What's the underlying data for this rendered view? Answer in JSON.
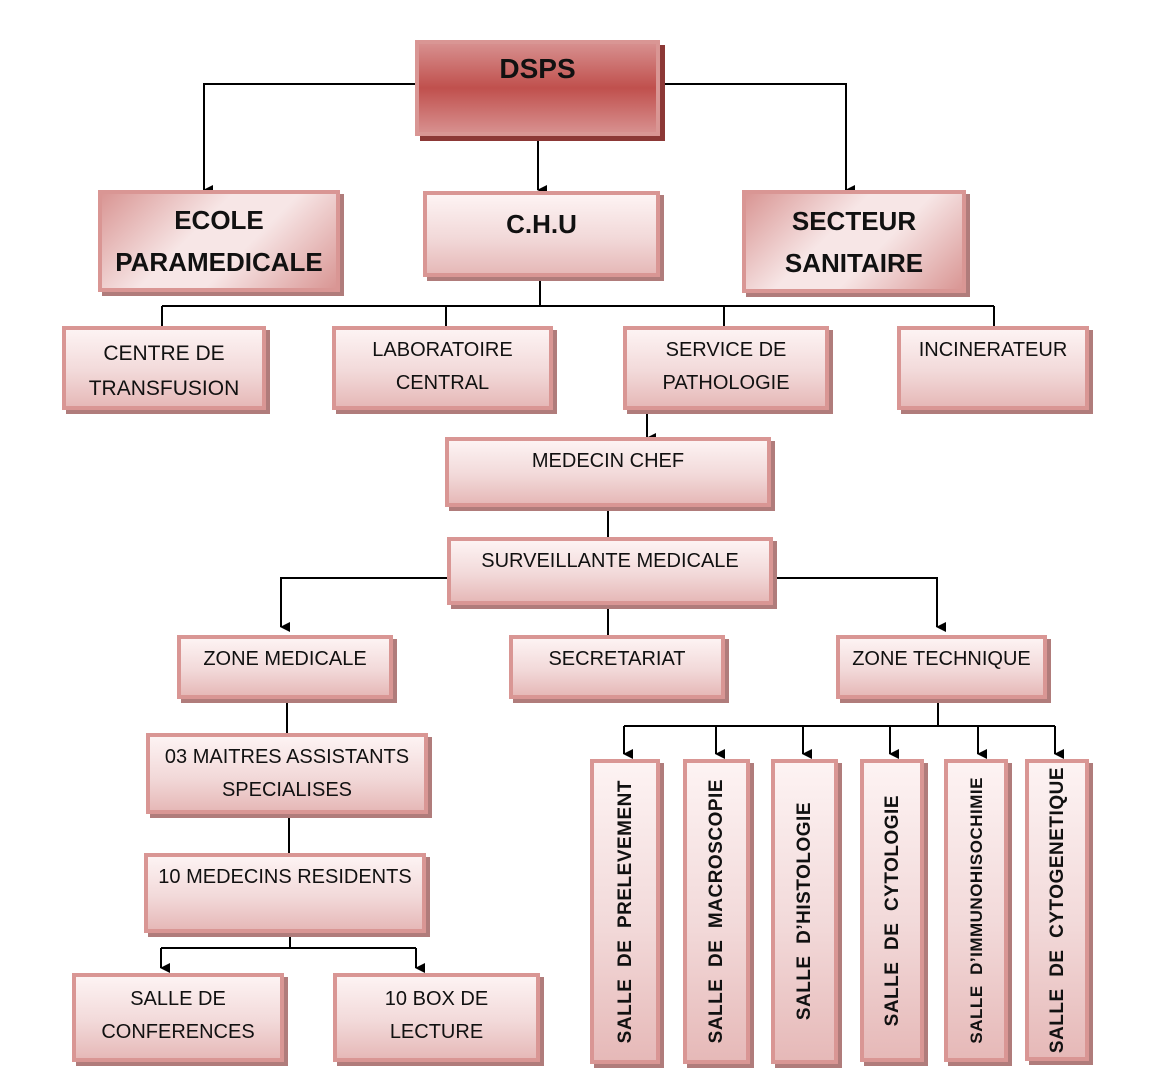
{
  "diagram": {
    "type": "org-chart",
    "root": "DSPS",
    "colors": {
      "root_fill": "#c0504d",
      "box_fill_light": "#fdf3f3",
      "box_fill_dark": "#e6b9b8",
      "box_border": "#d99694",
      "line": "#000000"
    },
    "nodes": {
      "dsps": "DSPS",
      "ecole": "ECOLE\nPARAMEDICALE",
      "chu": "C.H.U",
      "secteur": "SECTEUR\nSANITAIRE",
      "centre_transfusion": "CENTRE DE\nTRANSFUSION",
      "laboratoire": "LABORATOIRE\nCENTRAL",
      "service_pathologie": "SERVICE DE\nPATHOLOGIE",
      "incinerateur": "INCINERATEUR",
      "medecin_chef": "MEDECIN CHEF",
      "surveillante": "SURVEILLANTE MEDICALE",
      "zone_medicale": "ZONE MEDICALE",
      "secretariat": "SECRETARIAT",
      "zone_technique": "ZONE TECHNIQUE",
      "maitres_assistants": "03 MAITRES ASSISTANTS\nSPECIALISES",
      "medecins_residents": "10 MEDECINS RESIDENTS",
      "salle_conferences": "SALLE DE\nCONFERENCES",
      "box_lecture": "10 BOX DE\nLECTURE",
      "salle_prelevement": "SALLE  DE  PRELEVEMENT",
      "salle_macroscopie": "SALLE  DE  MACROSCOPIE",
      "salle_histologie": "SALLE  D’HISTOLOGIE",
      "salle_cytologie": "SALLE  DE  CYTOLOGIE",
      "salle_immuno": "SALLE  D’IMMUNOHISOCHIMIE",
      "salle_cytogenetique": "SALLE  DE  CYTOGENETIQUE"
    },
    "edges": [
      [
        "dsps",
        "ecole"
      ],
      [
        "dsps",
        "chu"
      ],
      [
        "dsps",
        "secteur"
      ],
      [
        "chu",
        "centre_transfusion"
      ],
      [
        "chu",
        "laboratoire"
      ],
      [
        "chu",
        "service_pathologie"
      ],
      [
        "chu",
        "incinerateur"
      ],
      [
        "service_pathologie",
        "medecin_chef"
      ],
      [
        "medecin_chef",
        "surveillante"
      ],
      [
        "surveillante",
        "zone_medicale"
      ],
      [
        "surveillante",
        "secretariat"
      ],
      [
        "surveillante",
        "zone_technique"
      ],
      [
        "zone_medicale",
        "maitres_assistants"
      ],
      [
        "maitres_assistants",
        "medecins_residents"
      ],
      [
        "medecins_residents",
        "salle_conferences"
      ],
      [
        "medecins_residents",
        "box_lecture"
      ],
      [
        "zone_technique",
        "salle_prelevement"
      ],
      [
        "zone_technique",
        "salle_macroscopie"
      ],
      [
        "zone_technique",
        "salle_histologie"
      ],
      [
        "zone_technique",
        "salle_cytologie"
      ],
      [
        "zone_technique",
        "salle_immuno"
      ],
      [
        "zone_technique",
        "salle_cytogenetique"
      ]
    ]
  }
}
